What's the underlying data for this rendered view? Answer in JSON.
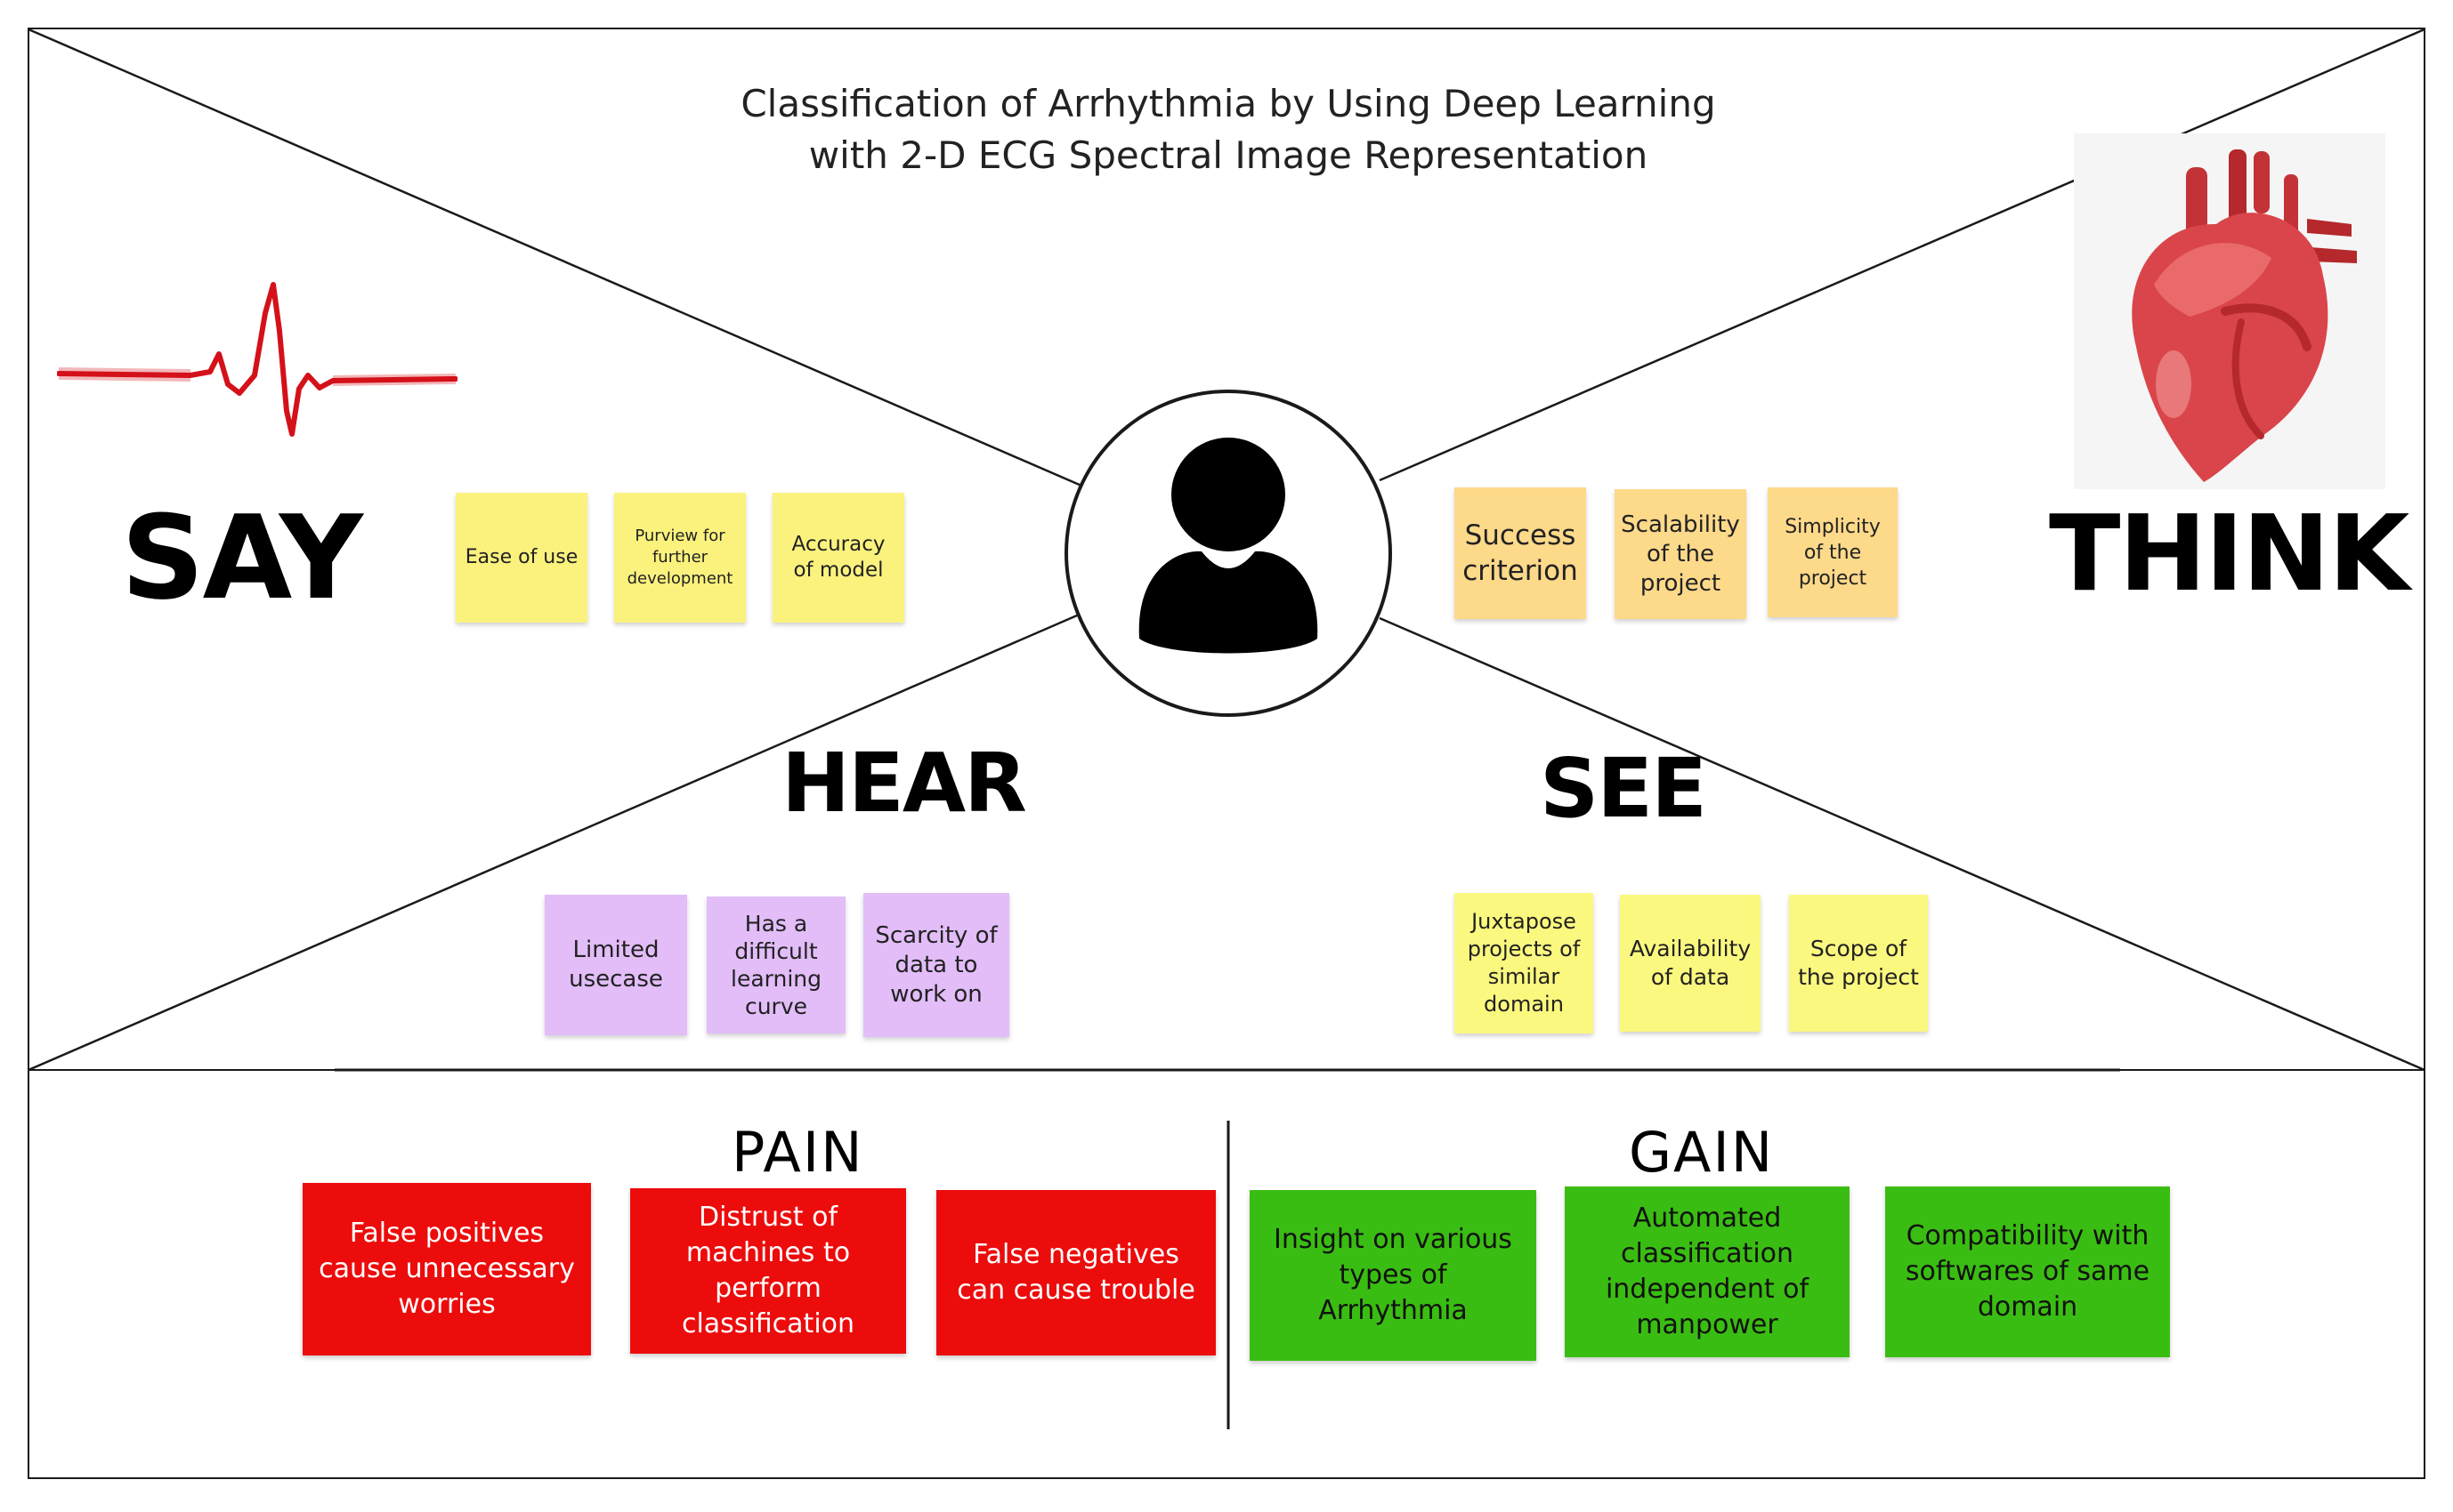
{
  "title": {
    "line1": "Classification of Arrhythmia by Using Deep Learning",
    "line2": "with 2-D ECG Spectral Image Representation"
  },
  "icons": {
    "center": "user-avatar-icon",
    "left": "ecg-heartbeat-icon",
    "right": "anatomical-heart-icon"
  },
  "colors": {
    "say_note": "#fbf27e",
    "think_note": "#fdd98a",
    "hear_note": "#e2bdf8",
    "see_note": "#fbf87f",
    "pain_card": "#ec0c0c",
    "gain_card": "#3abd12"
  },
  "quadrants": {
    "say": {
      "label": "SAY",
      "notes": [
        "Ease of use",
        "Purview for further development",
        "Accuracy of model"
      ]
    },
    "think": {
      "label": "THINK",
      "notes": [
        "Success criterion",
        "Scalability of the project",
        "Simplicity of the project"
      ]
    },
    "hear": {
      "label": "HEAR",
      "notes": [
        "Limited usecase",
        "Has a difficult learning curve",
        "Scarcity of data to work on"
      ]
    },
    "see": {
      "label": "SEE",
      "notes": [
        "Juxtapose projects of similar domain",
        "Availability of data",
        "Scope of the project"
      ]
    }
  },
  "pain": {
    "label": "PAIN",
    "items": [
      "False positives cause unnecessary worries",
      "Distrust of machines to perform classification",
      "False negatives can cause trouble"
    ]
  },
  "gain": {
    "label": "GAIN",
    "items": [
      "Insight on various types of Arrhythmia",
      "Automated classification independent of manpower",
      "Compatibility with softwares of same domain"
    ]
  }
}
